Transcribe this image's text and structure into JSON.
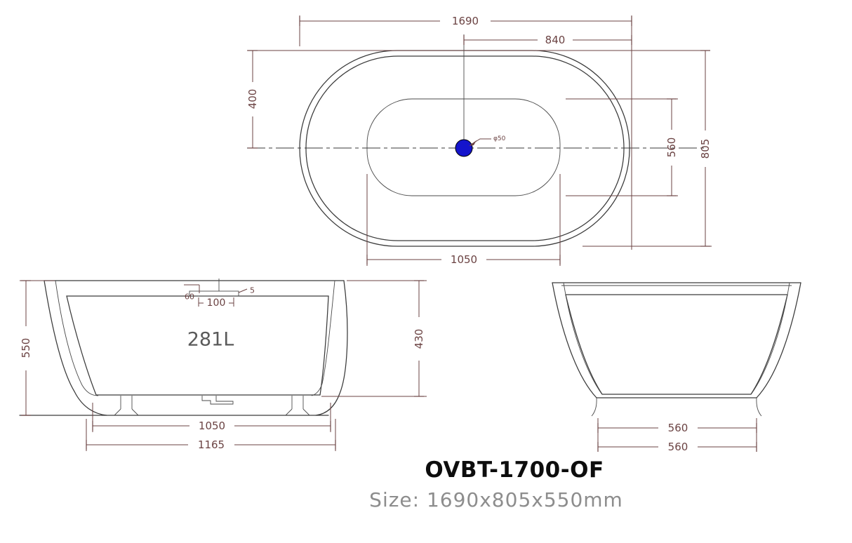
{
  "drawing": {
    "title": "OVBT-1700-OF",
    "size_label": "Size: 1690x805x550mm"
  },
  "colors": {
    "water": "#99DFF8",
    "drain": "#1414CC",
    "dimension": "#6B4343",
    "outline": "#3A3A3A"
  },
  "top_view": {
    "dim_overall_length": "1690",
    "dim_center_to_end": "840",
    "dim_edge_to_center": "400",
    "dim_floor_width": "560",
    "dim_overall_width": "805",
    "dim_floor_length": "1050",
    "drain_label": "φ50"
  },
  "front_view": {
    "dim_overall_height": "550",
    "dim_overflow_offset": "60",
    "dim_overflow_length": "100",
    "dim_overflow_gap": "5",
    "capacity_label": "281L",
    "dim_inner_depth": "430",
    "dim_floor_length": "1050",
    "dim_base_length": "1165"
  },
  "side_view": {
    "dim_floor_width": "560",
    "dim_base_width": "560"
  }
}
